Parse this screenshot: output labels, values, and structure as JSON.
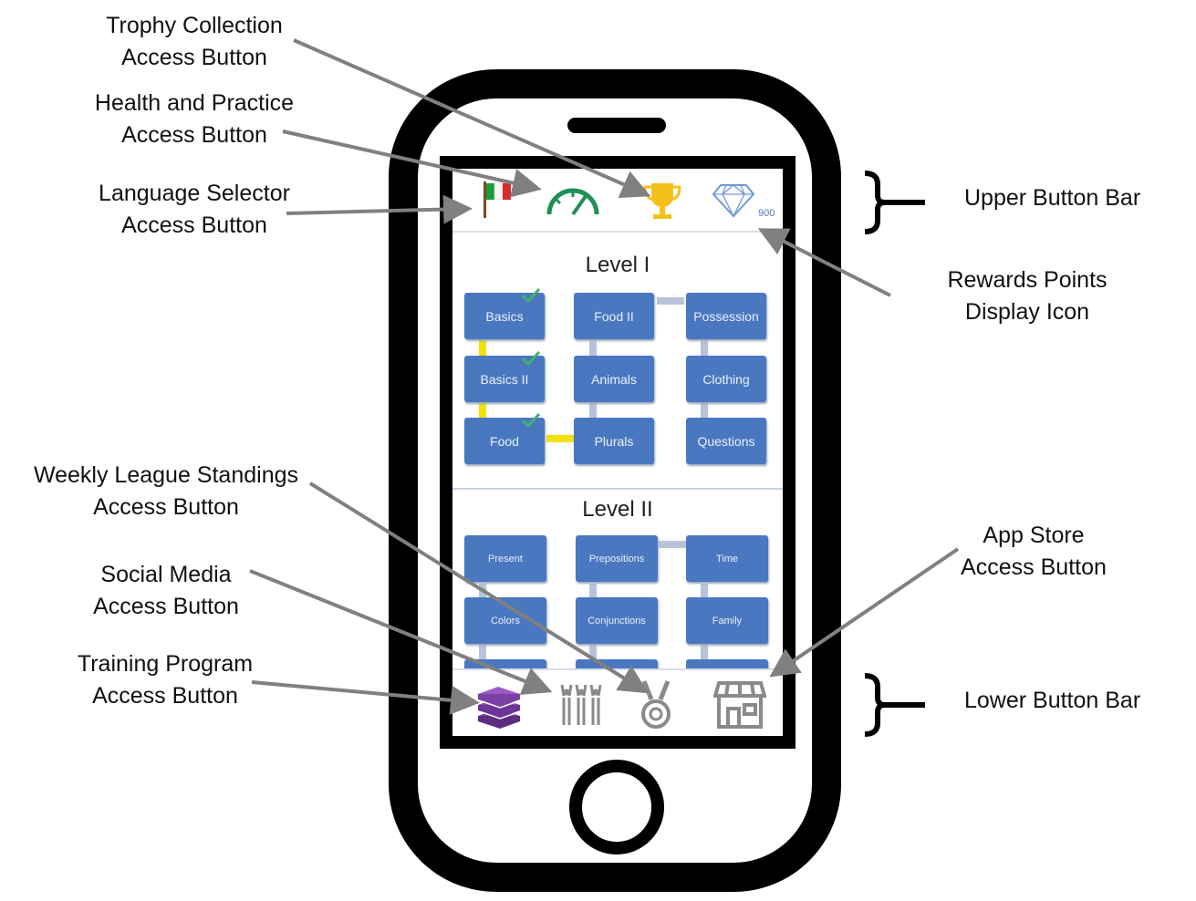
{
  "callouts": {
    "trophy": [
      "Trophy Collection",
      "Access Button"
    ],
    "health": [
      "Health and Practice",
      "Access Button"
    ],
    "language": [
      "Language Selector",
      "Access Button"
    ],
    "rewards": [
      "Rewards Points",
      "Display Icon"
    ],
    "league": [
      "Weekly League Standings",
      "Access Button"
    ],
    "social": [
      "Social Media",
      "Access Button"
    ],
    "training": [
      "Training Program",
      "Access Button"
    ],
    "store": [
      "App Store",
      "Access Button"
    ]
  },
  "bars": {
    "upper": "Upper Button Bar",
    "lower": "Lower Button Bar"
  },
  "screen": {
    "points": "900",
    "level1": {
      "title": "Level I",
      "tiles": [
        "Basics",
        "Food II",
        "Possession",
        "Basics II",
        "Animals",
        "Clothing",
        "Food",
        "Plurals",
        "Questions"
      ],
      "completed": [
        "Basics",
        "Basics II",
        "Food"
      ]
    },
    "level2": {
      "title": "Level II",
      "tiles": [
        "Present",
        "Prepositions",
        "Time",
        "Colors",
        "Conjunctions",
        "Family"
      ]
    },
    "icons": {
      "flag": "italy-flag-icon",
      "gauge": "speedometer-icon",
      "trophy": "trophy-icon",
      "diamond": "diamond-icon",
      "books": "books-icon",
      "people": "people-cheering-icon",
      "medal": "medal-icon",
      "store": "storefront-icon"
    }
  },
  "colors": {
    "tile": "#4a78c0",
    "connector_done": "#f2e200",
    "connector": "#b7c3d8",
    "check": "#3fb36b",
    "gauge": "#1f8f55",
    "trophy": "#f3c11a",
    "books": "#7b3fa6",
    "arrow": "#808080"
  }
}
